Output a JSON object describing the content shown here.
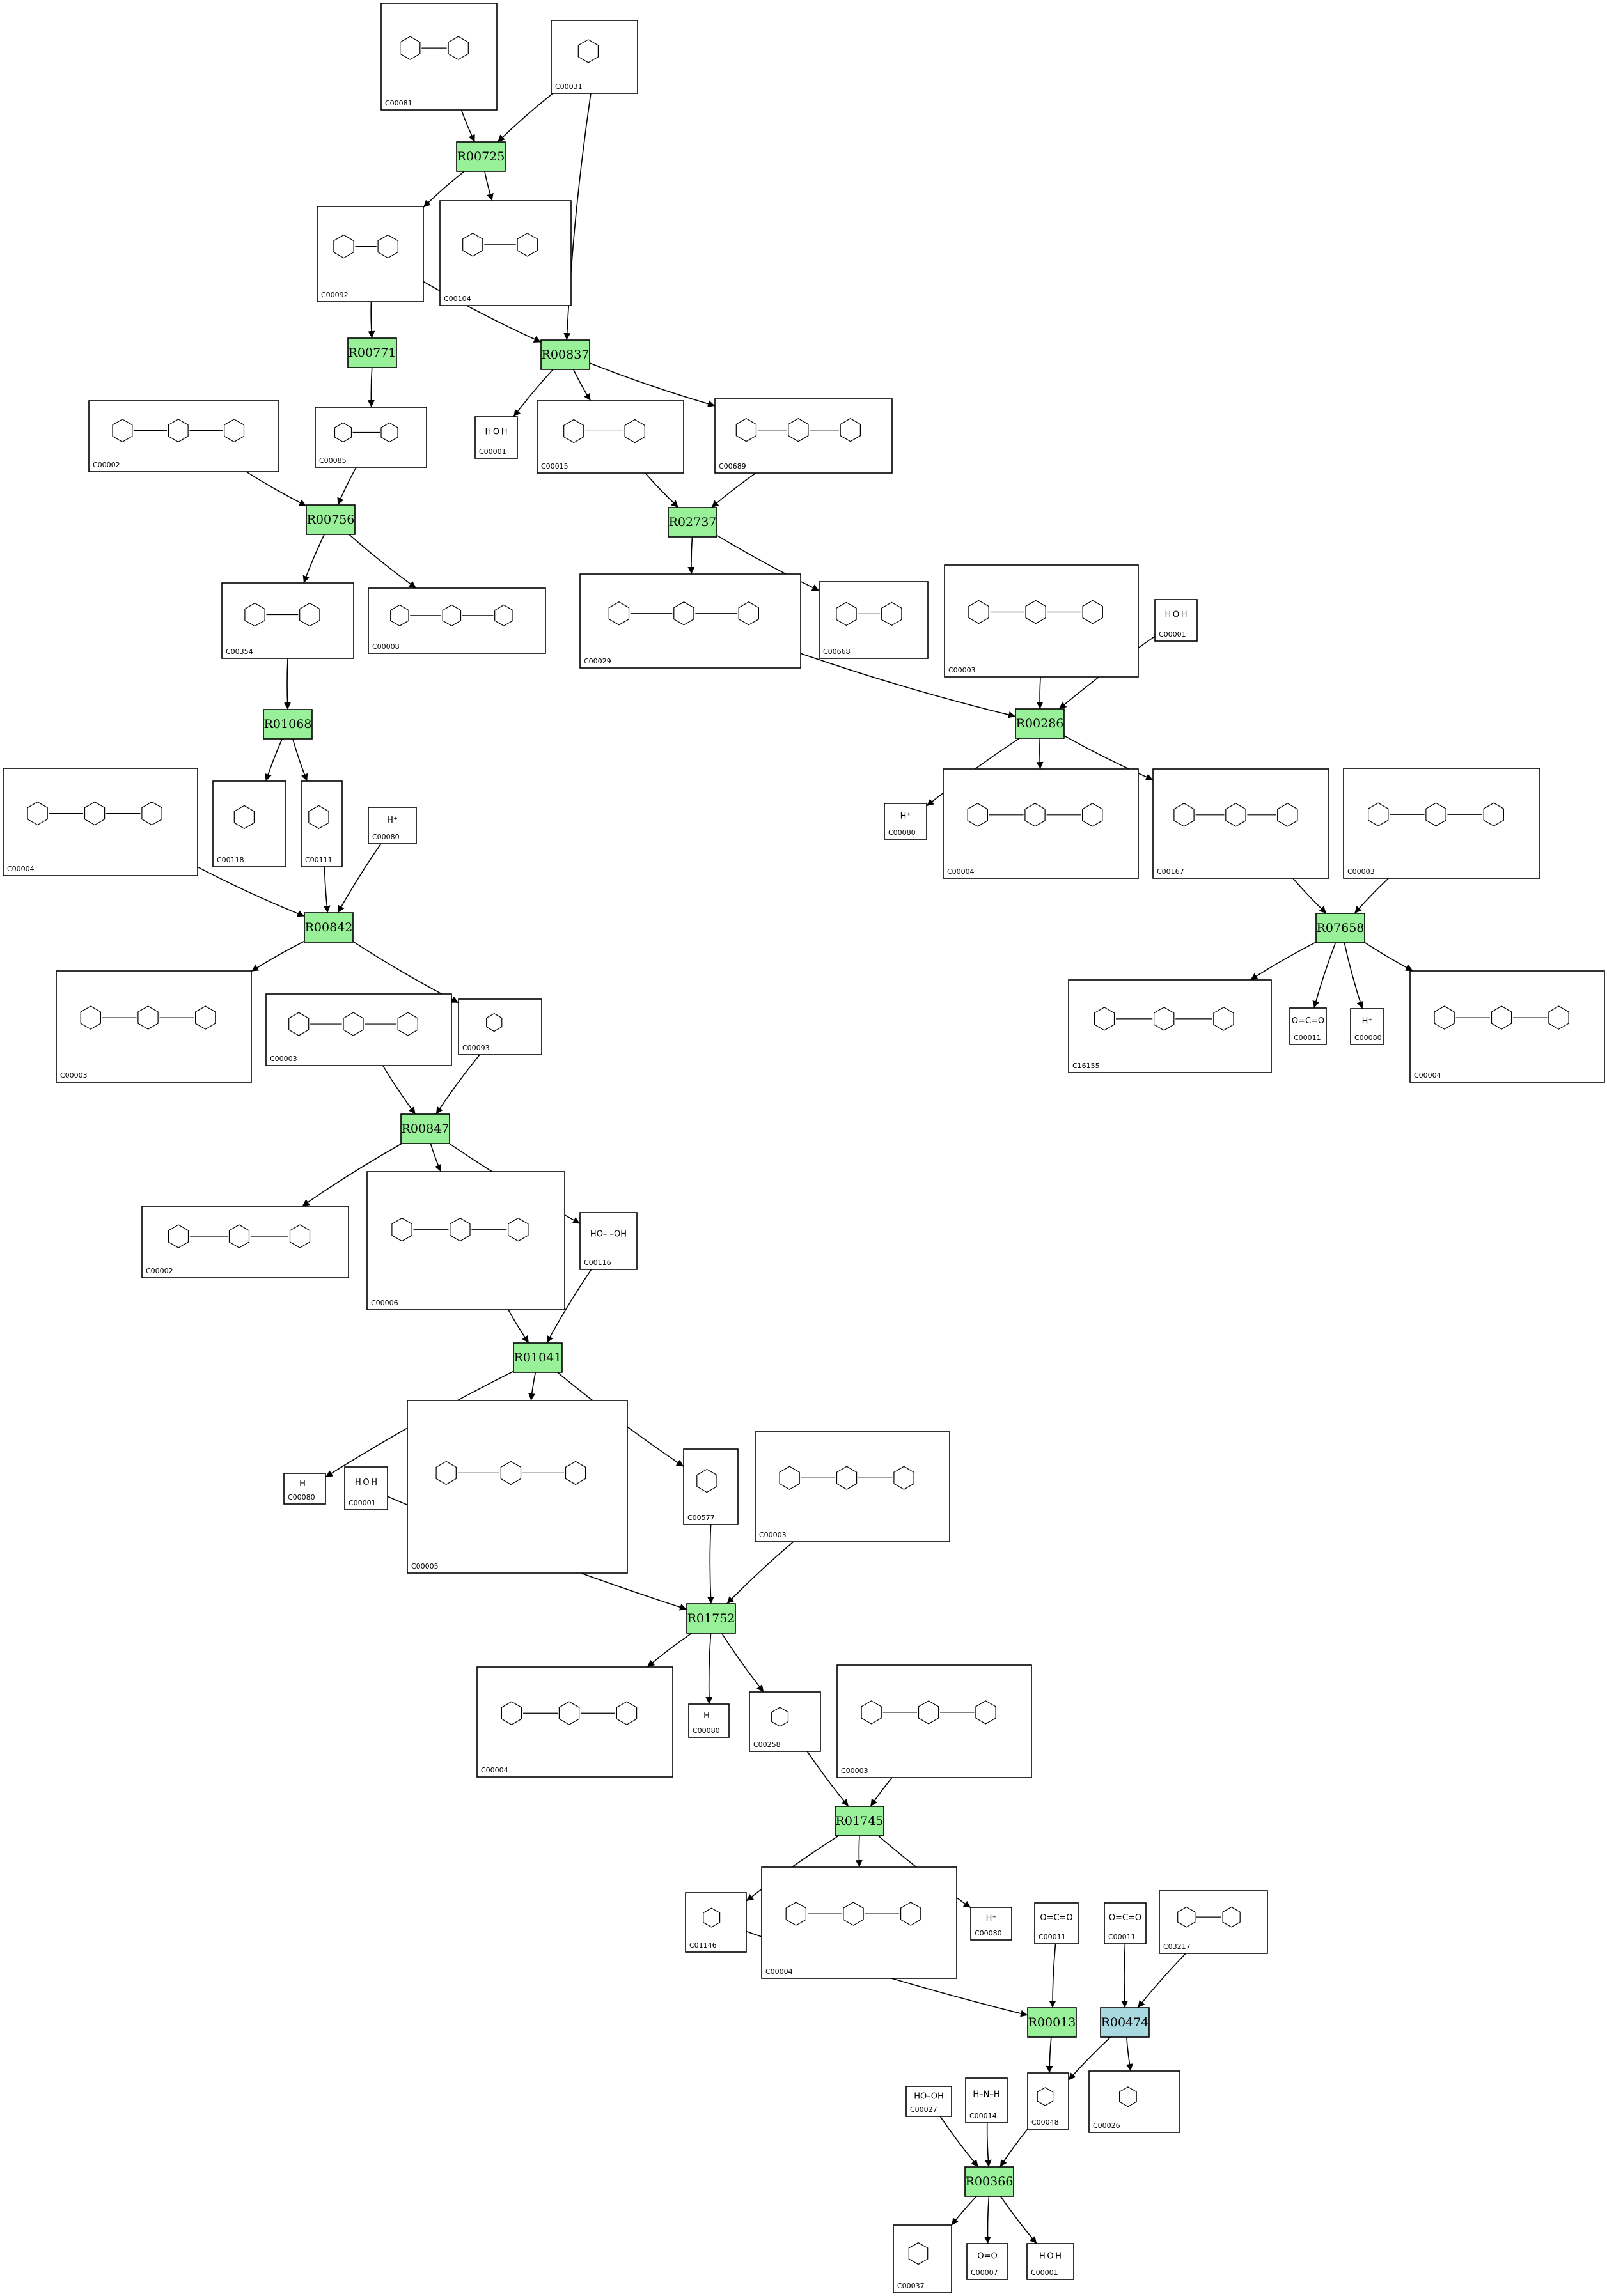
{
  "colors": {
    "reaction": "#98f098",
    "reaction_highlight": "#a8d8e0",
    "stroke": "#000000",
    "background": "#ffffff"
  },
  "reactions": [
    {
      "id": "R00725",
      "label": "R00725",
      "color": "reaction"
    },
    {
      "id": "R00771",
      "label": "R00771",
      "color": "reaction"
    },
    {
      "id": "R00837",
      "label": "R00837",
      "color": "reaction"
    },
    {
      "id": "R00756",
      "label": "R00756",
      "color": "reaction"
    },
    {
      "id": "R02737",
      "label": "R02737",
      "color": "reaction"
    },
    {
      "id": "R01068",
      "label": "R01068",
      "color": "reaction"
    },
    {
      "id": "R00286",
      "label": "R00286",
      "color": "reaction"
    },
    {
      "id": "R00842",
      "label": "R00842",
      "color": "reaction"
    },
    {
      "id": "R07658",
      "label": "R07658",
      "color": "reaction"
    },
    {
      "id": "R00847",
      "label": "R00847",
      "color": "reaction"
    },
    {
      "id": "R01041",
      "label": "R01041",
      "color": "reaction"
    },
    {
      "id": "R01752",
      "label": "R01752",
      "color": "reaction"
    },
    {
      "id": "R01745",
      "label": "R01745",
      "color": "reaction"
    },
    {
      "id": "R00013",
      "label": "R00013",
      "color": "reaction"
    },
    {
      "id": "R00474",
      "label": "R00474",
      "color": "reaction_highlight"
    },
    {
      "id": "R00366",
      "label": "R00366",
      "color": "reaction"
    }
  ],
  "compounds": [
    {
      "key": "c1",
      "id": "C00081"
    },
    {
      "key": "c2",
      "id": "C00031"
    },
    {
      "key": "c3",
      "id": "C00092"
    },
    {
      "key": "c4",
      "id": "C00104"
    },
    {
      "key": "c5",
      "id": "C00002"
    },
    {
      "key": "c6",
      "id": "C00085"
    },
    {
      "key": "c7",
      "id": "C00001",
      "formula": "H O H"
    },
    {
      "key": "c8",
      "id": "C00015"
    },
    {
      "key": "c9",
      "id": "C00689"
    },
    {
      "key": "c10",
      "id": "C00354"
    },
    {
      "key": "c11",
      "id": "C00008"
    },
    {
      "key": "c12",
      "id": "C00029"
    },
    {
      "key": "c13",
      "id": "C00668"
    },
    {
      "key": "c14",
      "id": "C00003"
    },
    {
      "key": "c15",
      "id": "C00001",
      "formula": "H O H"
    },
    {
      "key": "c16",
      "id": "C00004"
    },
    {
      "key": "c17",
      "id": "C00118"
    },
    {
      "key": "c18",
      "id": "C00111"
    },
    {
      "key": "c19",
      "id": "C00080",
      "formula": "H⁺"
    },
    {
      "key": "c20",
      "id": "C00080",
      "formula": "H⁺"
    },
    {
      "key": "c21",
      "id": "C00004"
    },
    {
      "key": "c22",
      "id": "C00167"
    },
    {
      "key": "c23",
      "id": "C00003"
    },
    {
      "key": "c24",
      "id": "C00003"
    },
    {
      "key": "c25",
      "id": "C00003"
    },
    {
      "key": "c26",
      "id": "C00093"
    },
    {
      "key": "c27",
      "id": "C16155"
    },
    {
      "key": "c28",
      "id": "C00011",
      "formula": "O=C=O"
    },
    {
      "key": "c29",
      "id": "C00080",
      "formula": "H⁺"
    },
    {
      "key": "c30",
      "id": "C00004"
    },
    {
      "key": "c31",
      "id": "C00002"
    },
    {
      "key": "c32",
      "id": "C00006"
    },
    {
      "key": "c33",
      "id": "C00116",
      "formula": "HO– –OH"
    },
    {
      "key": "c34",
      "id": "C00080",
      "formula": "H⁺"
    },
    {
      "key": "c35",
      "id": "C00001",
      "formula": "H O H"
    },
    {
      "key": "c36",
      "id": "C00005"
    },
    {
      "key": "c37",
      "id": "C00577"
    },
    {
      "key": "c38",
      "id": "C00003"
    },
    {
      "key": "c39",
      "id": "C00004"
    },
    {
      "key": "c40",
      "id": "C00080",
      "formula": "H⁺"
    },
    {
      "key": "c41",
      "id": "C00258"
    },
    {
      "key": "c42",
      "id": "C00003"
    },
    {
      "key": "c43",
      "id": "C01146"
    },
    {
      "key": "c44",
      "id": "C00004"
    },
    {
      "key": "c45",
      "id": "C00080",
      "formula": "H⁺"
    },
    {
      "key": "c46",
      "id": "C00011",
      "formula": "O=C=O"
    },
    {
      "key": "c47",
      "id": "C00011",
      "formula": "O=C=O"
    },
    {
      "key": "c48",
      "id": "C03217"
    },
    {
      "key": "c49",
      "id": "C00027",
      "formula": "HO–OH"
    },
    {
      "key": "c50",
      "id": "C00014",
      "formula": "H–N–H"
    },
    {
      "key": "c51",
      "id": "C00048"
    },
    {
      "key": "c52",
      "id": "C00026"
    },
    {
      "key": "c53",
      "id": "C00037"
    },
    {
      "key": "c54",
      "id": "C00007",
      "formula": "O=O"
    },
    {
      "key": "c55",
      "id": "C00001",
      "formula": "H O H"
    }
  ],
  "edges": [
    [
      "c1",
      "R00725"
    ],
    [
      "c2",
      "R00725"
    ],
    [
      "R00725",
      "c3"
    ],
    [
      "R00725",
      "c4"
    ],
    [
      "c2",
      "R00837"
    ],
    [
      "c3",
      "R00837"
    ],
    [
      "c3",
      "R00771"
    ],
    [
      "R00771",
      "c6"
    ],
    [
      "R00837",
      "c7"
    ],
    [
      "R00837",
      "c8"
    ],
    [
      "R00837",
      "c9"
    ],
    [
      "c5",
      "R00756"
    ],
    [
      "c6",
      "R00756"
    ],
    [
      "R00756",
      "c10"
    ],
    [
      "R00756",
      "c11"
    ],
    [
      "c8",
      "R02737"
    ],
    [
      "c9",
      "R02737"
    ],
    [
      "R02737",
      "c12"
    ],
    [
      "R02737",
      "c13"
    ],
    [
      "c10",
      "R01068"
    ],
    [
      "R01068",
      "c17"
    ],
    [
      "R01068",
      "c18"
    ],
    [
      "c12",
      "R00286"
    ],
    [
      "c14",
      "R00286"
    ],
    [
      "c15",
      "R00286"
    ],
    [
      "R00286",
      "c20"
    ],
    [
      "R00286",
      "c21"
    ],
    [
      "R00286",
      "c22"
    ],
    [
      "c16",
      "R00842"
    ],
    [
      "c18",
      "R00842"
    ],
    [
      "c19",
      "R00842"
    ],
    [
      "R00842",
      "c25"
    ],
    [
      "R00842",
      "c26"
    ],
    [
      "c22",
      "R07658"
    ],
    [
      "c23",
      "R07658"
    ],
    [
      "R07658",
      "c27"
    ],
    [
      "R07658",
      "c28"
    ],
    [
      "R07658",
      "c29"
    ],
    [
      "R07658",
      "c30"
    ],
    [
      "c24",
      "R00847"
    ],
    [
      "c26",
      "R00847"
    ],
    [
      "R00847",
      "c31"
    ],
    [
      "R00847",
      "c32"
    ],
    [
      "R00847",
      "c33"
    ],
    [
      "c32",
      "R01041"
    ],
    [
      "c33",
      "R01041"
    ],
    [
      "R01041",
      "c34"
    ],
    [
      "R01041",
      "c36"
    ],
    [
      "R01041",
      "c37"
    ],
    [
      "c35",
      "R01752"
    ],
    [
      "c37",
      "R01752"
    ],
    [
      "c38",
      "R01752"
    ],
    [
      "R01752",
      "c39"
    ],
    [
      "R01752",
      "c40"
    ],
    [
      "R01752",
      "c41"
    ],
    [
      "c41",
      "R01745"
    ],
    [
      "c42",
      "R01745"
    ],
    [
      "R01745",
      "c43"
    ],
    [
      "R01745",
      "c44"
    ],
    [
      "R01745",
      "c45"
    ],
    [
      "c43",
      "R00013"
    ],
    [
      "c46",
      "R00013"
    ],
    [
      "c47",
      "R00474"
    ],
    [
      "c48",
      "R00474"
    ],
    [
      "R00013",
      "c51"
    ],
    [
      "R00474",
      "c51"
    ],
    [
      "R00474",
      "c52"
    ],
    [
      "c49",
      "R00366"
    ],
    [
      "c50",
      "R00366"
    ],
    [
      "c51",
      "R00366"
    ],
    [
      "R00366",
      "c53"
    ],
    [
      "R00366",
      "c54"
    ],
    [
      "R00366",
      "c55"
    ]
  ]
}
